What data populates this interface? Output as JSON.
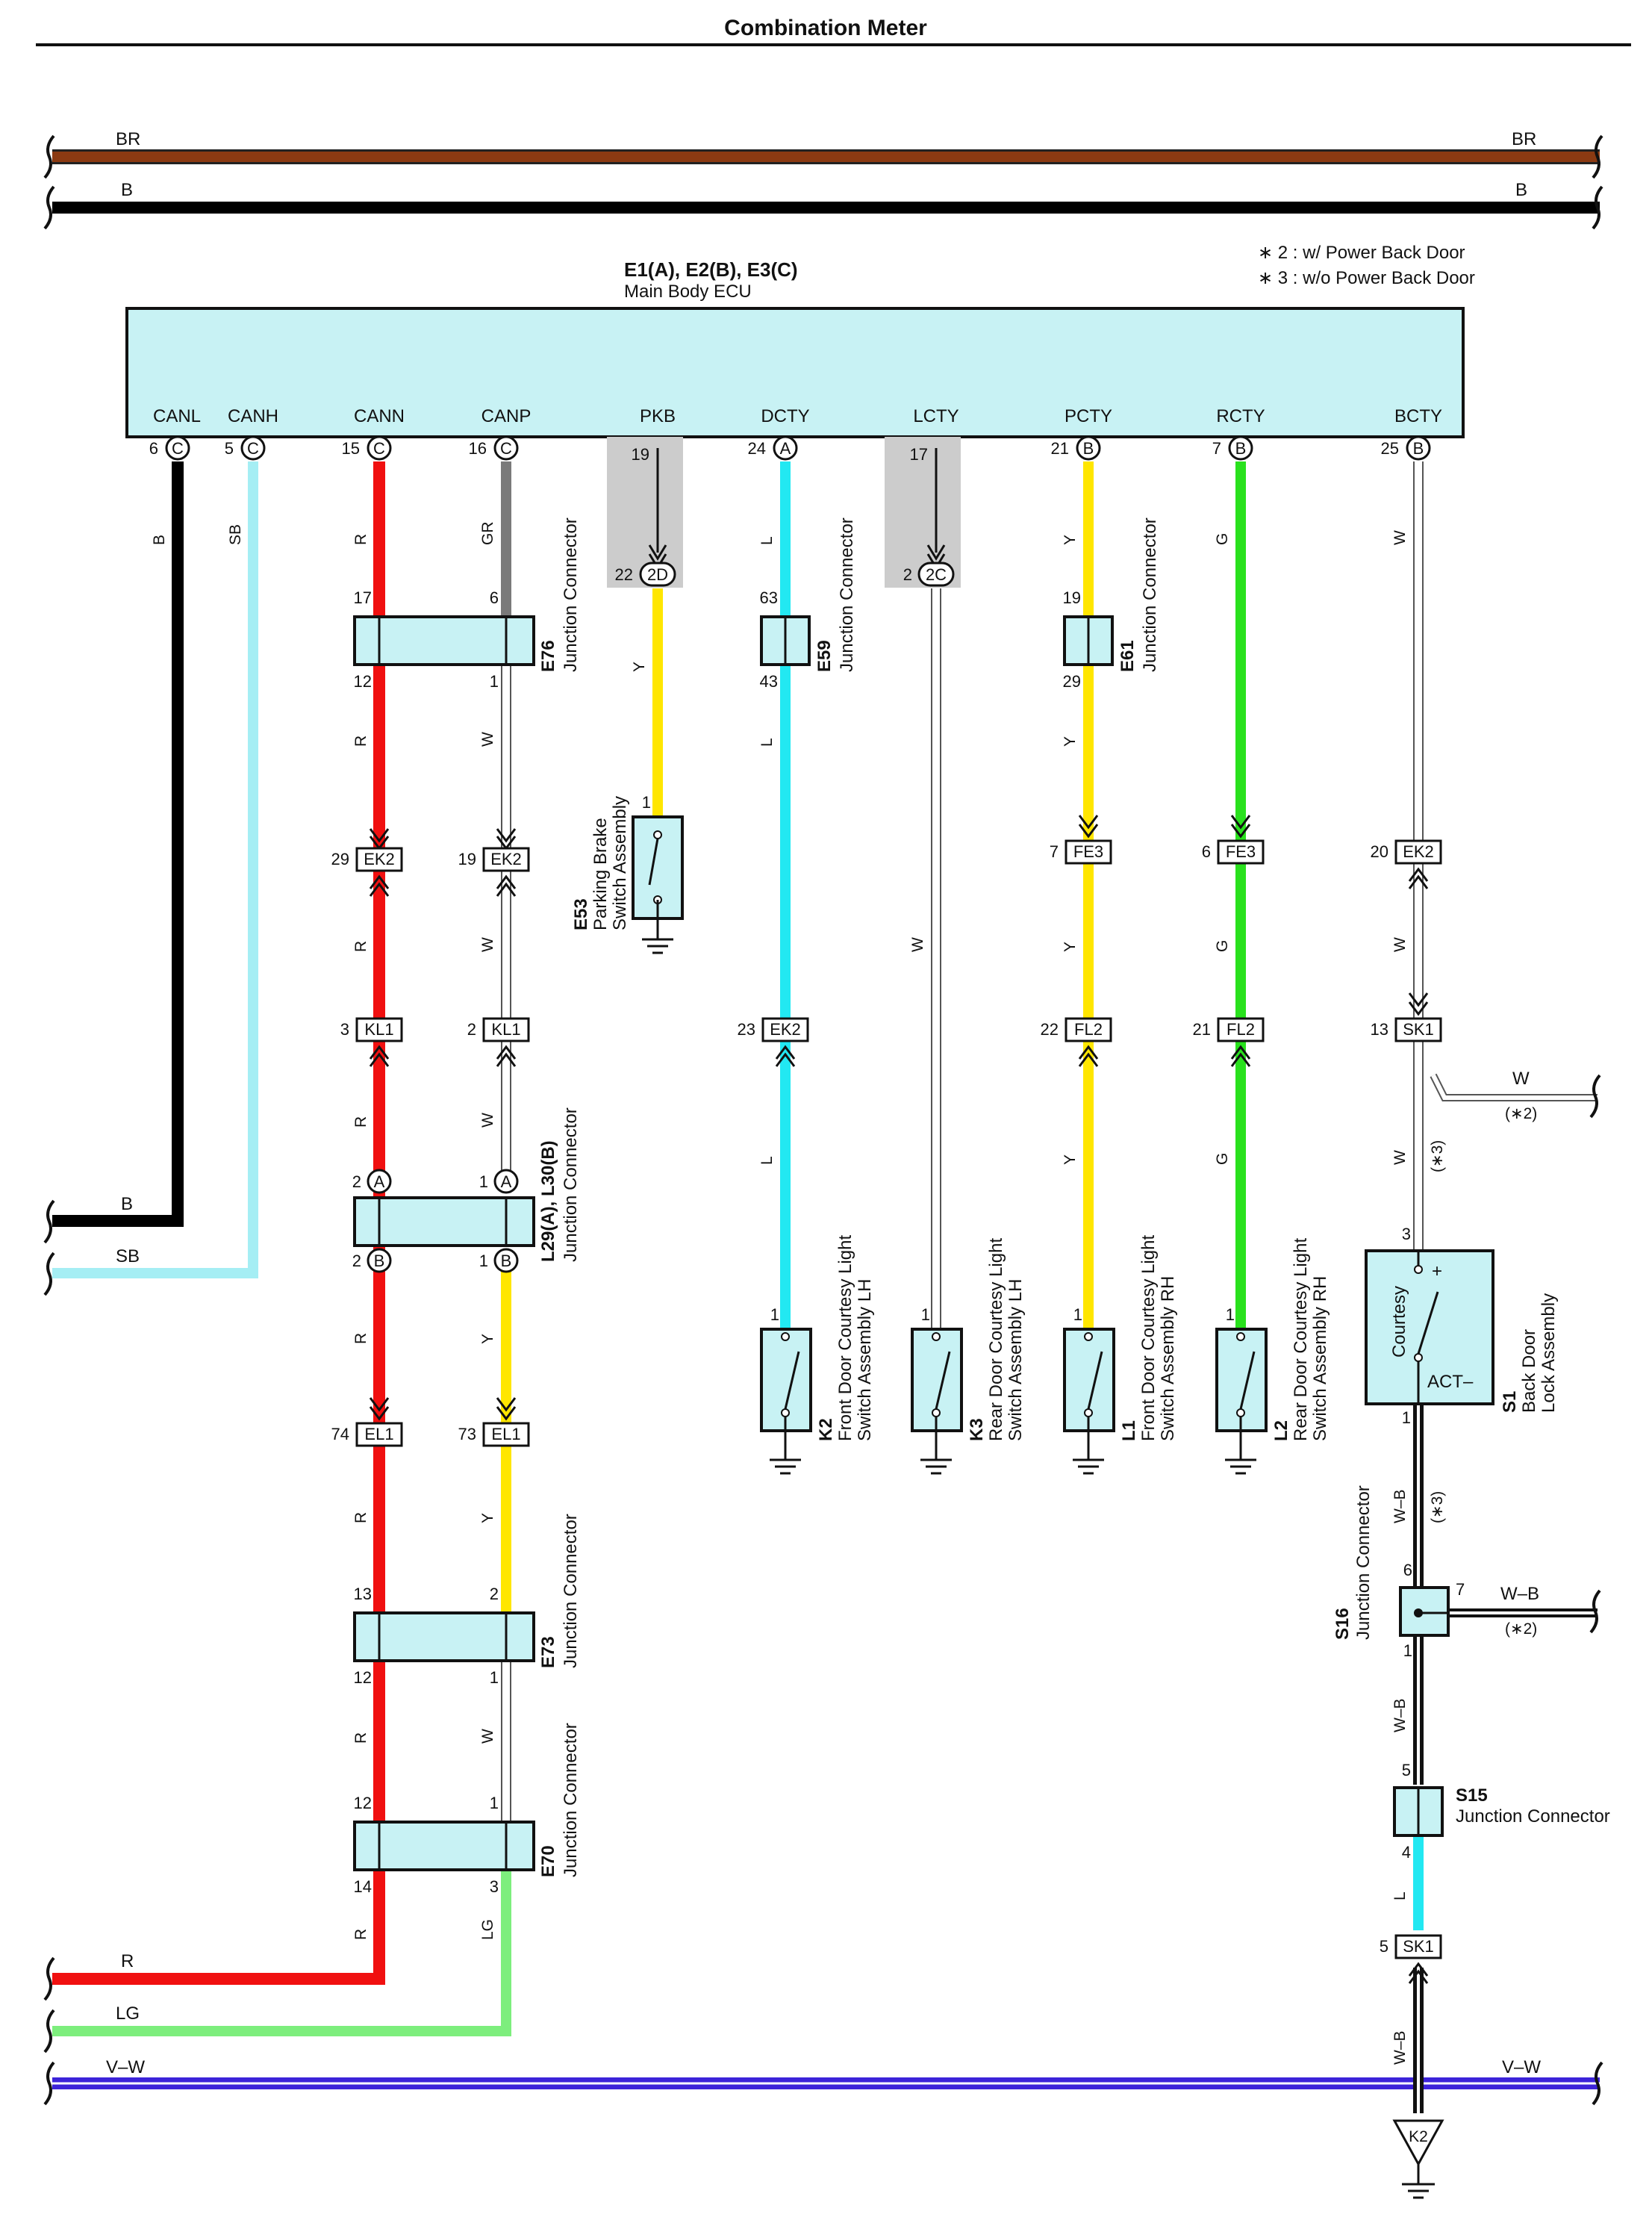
{
  "title": "Combination Meter",
  "colors": {
    "BR": "#8b3a12",
    "B": "#000000",
    "SB": "#a5eef4",
    "R": "#f01010",
    "GR": "#7a7a7a",
    "W": "#ffffff",
    "Y": "#ffe600",
    "L": "#22e8f2",
    "G": "#29e11d",
    "LG": "#7dee7d",
    "VW": "#3c23d9",
    "WB": "#555555",
    "box_fill": "#c8f2f4",
    "shade": "#cccccc"
  },
  "buses": [
    {
      "label_left": "BR",
      "label_right": "BR"
    },
    {
      "label_left": "B",
      "label_right": "B"
    },
    {
      "label_left": "V–W",
      "label_right": "V–W"
    }
  ],
  "notes": [
    "∗ 2 : w/ Power Back Door",
    "∗ 3 : w/o Power Back Door"
  ],
  "ecu": {
    "code": "E1(A), E2(B), E3(C)",
    "name": "Main Body ECU",
    "terminals": [
      {
        "name": "CANL",
        "pin": "6",
        "conn": "C",
        "wire": "B"
      },
      {
        "name": "CANH",
        "pin": "5",
        "conn": "C",
        "wire": "SB"
      },
      {
        "name": "CANN",
        "pin": "15",
        "conn": "C",
        "wire": "R"
      },
      {
        "name": "CANP",
        "pin": "16",
        "conn": "C",
        "wire": "GR"
      },
      {
        "name": "PKB",
        "pin": "19",
        "conn": "",
        "wire": "Y"
      },
      {
        "name": "DCTY",
        "pin": "24",
        "conn": "A",
        "wire": "L"
      },
      {
        "name": "LCTY",
        "pin": "17",
        "conn": "",
        "wire": "W"
      },
      {
        "name": "PCTY",
        "pin": "21",
        "conn": "B",
        "wire": "Y"
      },
      {
        "name": "RCTY",
        "pin": "7",
        "conn": "B",
        "wire": "G"
      },
      {
        "name": "BCTY",
        "pin": "25",
        "conn": "B",
        "wire": "W"
      }
    ]
  },
  "branch_labels": {
    "B": "B",
    "SB": "SB",
    "R": "R",
    "LG": "LG",
    "W": "W",
    "WB": "W–B",
    "star2": "(∗2)",
    "star3": "(∗3)"
  },
  "wire_labels": {
    "B": "B",
    "SB": "SB",
    "R": "R",
    "GR": "GR",
    "W": "W",
    "Y": "Y",
    "L": "L",
    "G": "G",
    "LG": "LG",
    "WB": "W–B"
  },
  "junctions": {
    "E76": {
      "code": "E76",
      "name": "Junction Connector",
      "pins": [
        "17",
        "6",
        "12",
        "1"
      ]
    },
    "E59": {
      "code": "E59",
      "name": "Junction Connector",
      "pins": [
        "63",
        "43"
      ]
    },
    "E61": {
      "code": "E61",
      "name": "Junction Connector",
      "pins": [
        "19",
        "29"
      ]
    },
    "L29": {
      "code": "L29(A), L30(B)",
      "name": "Junction Connector",
      "pins": [
        "2",
        "A",
        "1",
        "A",
        "2",
        "B",
        "1",
        "B"
      ]
    },
    "E73": {
      "code": "E73",
      "name": "Junction Connector",
      "pins": [
        "13",
        "2",
        "12",
        "1"
      ]
    },
    "E70": {
      "code": "E70",
      "name": "Junction Connector",
      "pins": [
        "12",
        "1",
        "14",
        "3"
      ]
    },
    "S16": {
      "code": "S16",
      "name": "Junction Connector",
      "pins": [
        "6",
        "7",
        "1"
      ]
    },
    "S15": {
      "code": "S15",
      "name": "Junction Connector",
      "pins": [
        "5",
        "4"
      ]
    }
  },
  "connectors": [
    {
      "id": "EK2",
      "pin": "29"
    },
    {
      "id": "EK2",
      "pin": "19"
    },
    {
      "id": "FE3",
      "pin": "7"
    },
    {
      "id": "FE3",
      "pin": "6"
    },
    {
      "id": "EK2",
      "pin": "20"
    },
    {
      "id": "KL1",
      "pin": "3"
    },
    {
      "id": "KL1",
      "pin": "2"
    },
    {
      "id": "EK2",
      "pin": "23"
    },
    {
      "id": "FL2",
      "pin": "22"
    },
    {
      "id": "FL2",
      "pin": "21"
    },
    {
      "id": "SK1",
      "pin": "13"
    },
    {
      "id": "EL1",
      "pin": "74"
    },
    {
      "id": "EL1",
      "pin": "73"
    },
    {
      "id": "SK1",
      "pin": "5"
    }
  ],
  "inline": [
    {
      "pin": "22",
      "tag": "2D"
    },
    {
      "pin": "2",
      "tag": "2C"
    }
  ],
  "switches": [
    {
      "code": "E53",
      "line1": "Parking Brake",
      "line2": "Switch Assembly",
      "pin": "1"
    },
    {
      "code": "K2",
      "line1": "Front Door Courtesy Light",
      "line2": "Switch Assembly LH",
      "pin": "1"
    },
    {
      "code": "K3",
      "line1": "Rear Door Courtesy Light",
      "line2": "Switch Assembly LH",
      "pin": "1"
    },
    {
      "code": "L1",
      "line1": "Front Door Courtesy Light",
      "line2": "Switch Assembly RH",
      "pin": "1"
    },
    {
      "code": "L2",
      "line1": "Rear Door Courtesy Light",
      "line2": "Switch Assembly RH",
      "pin": "1"
    }
  ],
  "backdoor": {
    "code": "S1",
    "line1": "Back Door",
    "line2": "Lock Assembly",
    "inner": "Courtesy",
    "plus": "+",
    "act": "ACT–",
    "pin_top": "3",
    "pin_bottom": "1"
  },
  "ground_point": "K2"
}
